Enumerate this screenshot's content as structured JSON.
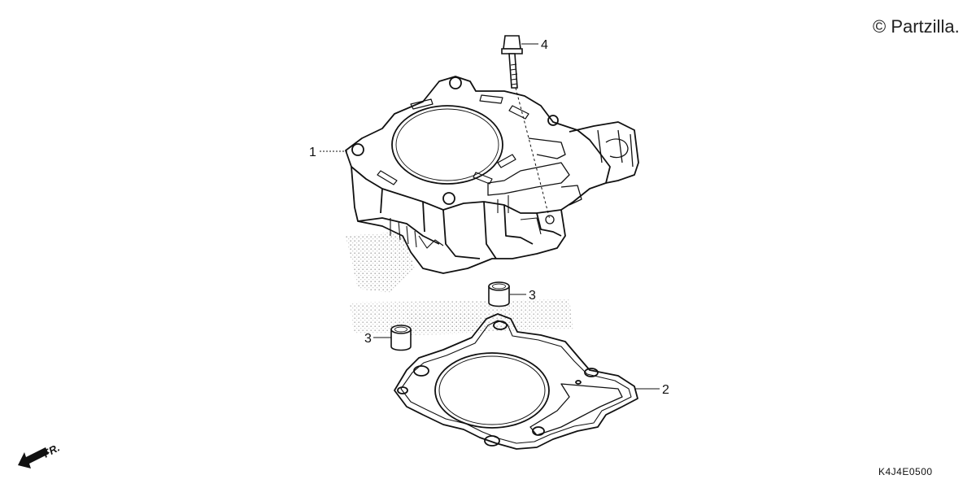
{
  "watermark": "© Partzilla.",
  "diagram_code": "K4J4E0500",
  "front_indicator": "FR.",
  "callouts": [
    {
      "id": "1",
      "label": "1",
      "part": "cylinder"
    },
    {
      "id": "2",
      "label": "2",
      "part": "cylinder-gasket"
    },
    {
      "id": "3a",
      "label": "3",
      "part": "dowel-pin"
    },
    {
      "id": "3b",
      "label": "3",
      "part": "dowel-pin"
    },
    {
      "id": "4",
      "label": "4",
      "part": "bolt"
    }
  ],
  "colors": {
    "line": "#111111",
    "stipple": "#9a9a9a",
    "background": "#ffffff"
  }
}
